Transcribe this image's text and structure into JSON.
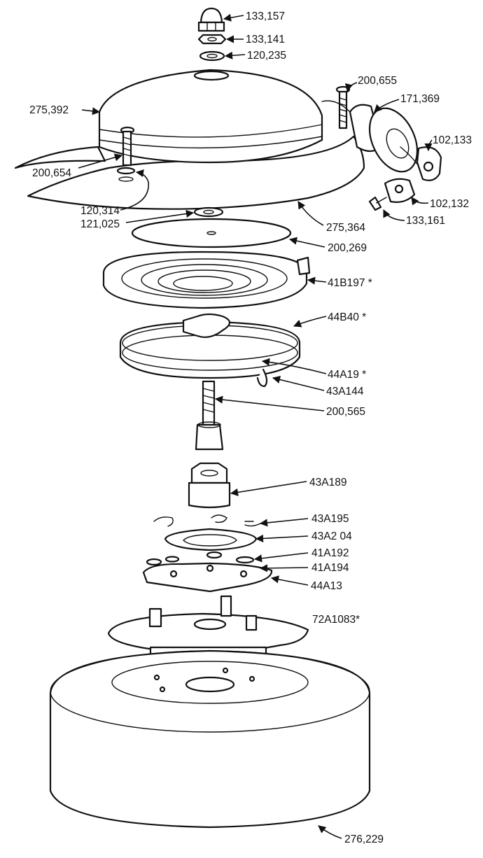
{
  "labels": {
    "p133157": "133,157",
    "p133141": "133,141",
    "p120235": "120,235",
    "p200655": "200,655",
    "p171369": "171,369",
    "p275392": "275,392",
    "p102133": "102,133",
    "p200654": "200,654",
    "p102132": "102,132",
    "p120314": "120,314",
    "p121025": "121,025",
    "p133161": "133,161",
    "p275364": "275,364",
    "p200269": "200,269",
    "p41B197": "41B197 *",
    "p44B40": "44B40 *",
    "p44A19": "44A19 *",
    "p43A144": "43A144",
    "p200565": "200,565",
    "p43A189": "43A189",
    "p43A195": "43A195",
    "p43A204": "43A2 04",
    "p41A192": "41A192",
    "p41A194": "41A194",
    "p44A13": "44A13",
    "p72A1083": "72A1083*",
    "p276229": "276,229"
  }
}
